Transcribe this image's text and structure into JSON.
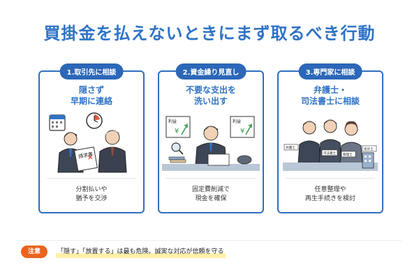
{
  "title": "買掛金を払えないときにまず取るべき行動",
  "cards": [
    {
      "badge": "1.取引先に相談",
      "heading_line1": "隠さず",
      "heading_line2": "早期に連絡",
      "desc_line1": "分割払いや",
      "desc_line2": "猶予を交渉",
      "illustration_labels": {
        "document": "請求書"
      }
    },
    {
      "badge": "2.資金繰り見直し",
      "heading_line1": "不要な支出を",
      "heading_line2": "洗い出す",
      "desc_line1": "固定費削減で",
      "desc_line2": "現金を確保",
      "illustration_labels": {
        "board_left": "利益",
        "board_right": "利益",
        "currency": "¥"
      }
    },
    {
      "badge": "3.専門家に相談",
      "heading_line1": "弁護士・",
      "heading_line2": "司法書士に相談",
      "desc_line1": "任意整理や",
      "desc_line2": "再生手続きを検討",
      "illustration_labels": {
        "tag1": "弁護士",
        "tag2": "司法書士",
        "tag3": "税理士",
        "tag4": "会計士"
      }
    }
  ],
  "note": {
    "badge": "注意",
    "text": "「隠す」「放置する」は最も危険。誠実な対応が信頼を守る"
  },
  "colors": {
    "primary": "#2f73c5",
    "badge": "#2c67b8",
    "note": "#e8641f",
    "highlight": "#fff1a8"
  }
}
